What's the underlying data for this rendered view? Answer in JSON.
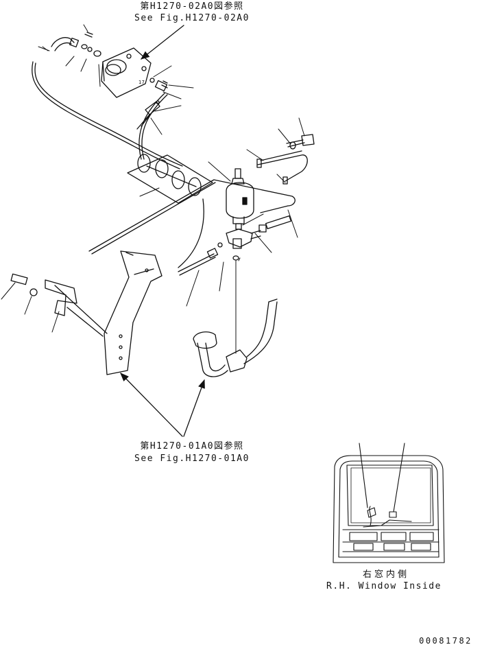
{
  "references": {
    "top": {
      "jp": "第H1270-02A0図参照",
      "en": "See Fig.H1270-02A0"
    },
    "bottom": {
      "jp": "第H1270-01A0図参照",
      "en": "See Fig.H1270-01A0"
    }
  },
  "inset": {
    "jp": "右窓内側",
    "en": "R.H. Window Inside"
  },
  "drawing_number": "00081782",
  "colors": {
    "ink": "#111111",
    "paper": "#ffffff"
  }
}
